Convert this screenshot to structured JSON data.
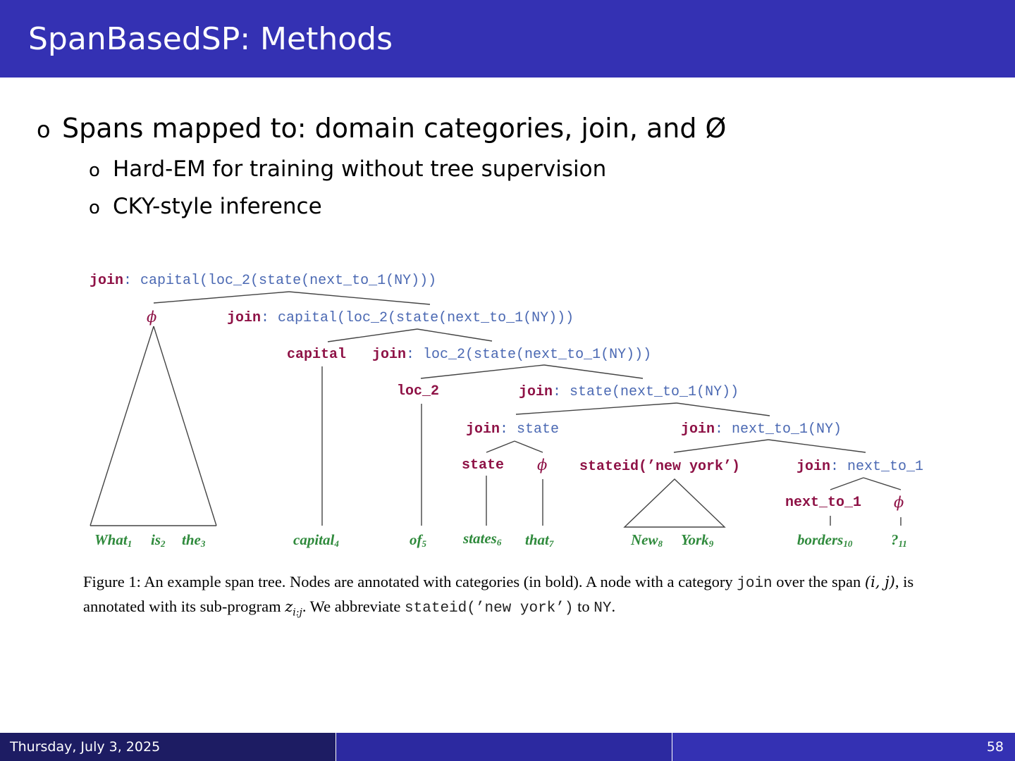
{
  "slide": {
    "title": "SpanBasedSP: Methods",
    "bullets": [
      {
        "marker": "o",
        "text": "Spans mapped to: domain categories, join, and Ø"
      },
      {
        "marker": "o",
        "text": "Hard-EM for training without tree supervision"
      },
      {
        "marker": "o",
        "text": "CKY-style inference"
      }
    ]
  },
  "figure": {
    "nodes": {
      "root_cat": "join",
      "root_prog": "capital(loc_2(state(next_to_1(NY)))",
      "phi": "ϕ",
      "n2_cat": "join",
      "n2_prog": "capital(loc_2(state(next_to_1(NY)))",
      "capital_cat": "capital",
      "n3_cat": "join",
      "n3_prog": "loc_2(state(next_to_1(NY)))",
      "loc2_cat": "loc_2",
      "n4_cat": "join",
      "n4_prog": "state(next_to_1(NY))",
      "n5_cat": "join",
      "n5_prog": "state",
      "n6_cat": "join",
      "n6_prog": "next_to_1(NY)",
      "state_cat": "state",
      "stateid_cat": "stateid(’new york’)",
      "n7_cat": "join",
      "n7_prog": "next_to_1",
      "next_cat": "next_to_1"
    },
    "words": [
      {
        "w": "What",
        "i": "1"
      },
      {
        "w": "is",
        "i": "2"
      },
      {
        "w": "the",
        "i": "3"
      },
      {
        "w": "capital",
        "i": "4"
      },
      {
        "w": "of",
        "i": "5"
      },
      {
        "w": "states",
        "i": "6"
      },
      {
        "w": "that",
        "i": "7"
      },
      {
        "w": "New",
        "i": "8"
      },
      {
        "w": "York",
        "i": "9"
      },
      {
        "w": "borders",
        "i": "10"
      },
      {
        "w": "?",
        "i": "11"
      }
    ],
    "caption": {
      "p1": "Figure 1: An example span tree. Nodes are annotated with categories (in bold). A node with a category ",
      "join": "join",
      "p2": " over the span ",
      "span": "(i, j)",
      "p3": ", is annotated with its sub-program ",
      "z": "z",
      "zsub": "i:j",
      "p4": ". We abbreviate ",
      "stateid": "stateid(’new york’)",
      "p5": " to ",
      "ny": "NY",
      "p6": "."
    }
  },
  "footer": {
    "date": "Thursday, July 3, 2025",
    "page": "58"
  }
}
